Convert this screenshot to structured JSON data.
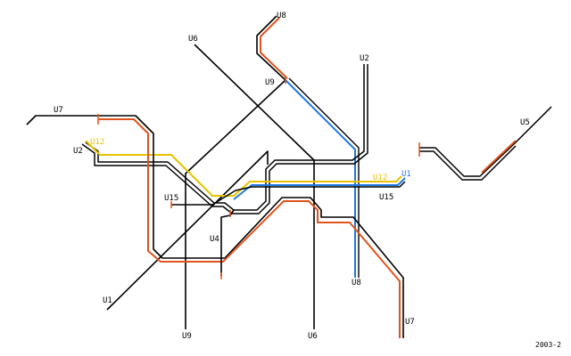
{
  "map": {
    "colors": {
      "black_line": "#000000",
      "orange_line": "#e0531c",
      "blue_line": "#1f77e0",
      "yellow_line": "#e8c200",
      "background": "#ffffff"
    },
    "lines": {
      "u1": "U1",
      "u2": "U2",
      "u4": "U4",
      "u5": "U5",
      "u6": "U6",
      "u7": "U7",
      "u8": "U8",
      "u9": "U9",
      "u12": "U12",
      "u15": "U15"
    },
    "caption": "2003-2"
  }
}
